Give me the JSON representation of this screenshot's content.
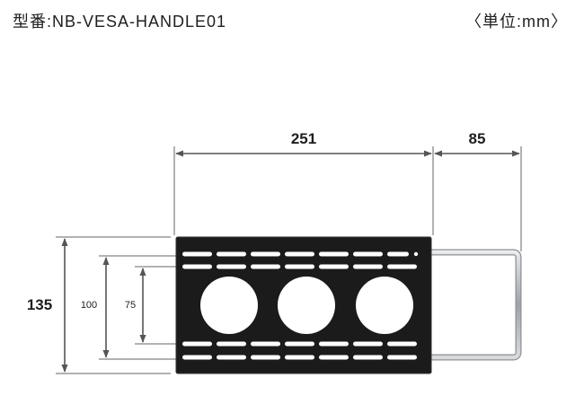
{
  "header": {
    "model": "型番:NB-VESA-HANDLE01",
    "unit": "〈単位:mm〉"
  },
  "dimensions": {
    "width": "251",
    "handle_depth": "85",
    "height": "135",
    "hole_spacing_outer": "100",
    "hole_spacing_inner": "75"
  },
  "colors": {
    "plate": "#1b1b1b",
    "handle": "#b9bcc0",
    "dimension_line": "#555555"
  },
  "part": {
    "slot_rows": 4,
    "slots_per_row": 7,
    "large_holes": 3
  }
}
